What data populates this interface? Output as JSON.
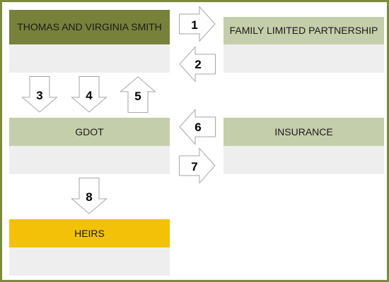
{
  "colors": {
    "frame": "#7b8a3c",
    "dark_olive": "#778139",
    "light_olive": "#c5ceab",
    "gold": "#f2c108",
    "body_fill": "#eeeeee"
  },
  "boxes": {
    "smith": {
      "label": "THOMAS AND VIRGINIA SMITH"
    },
    "flp": {
      "label": "FAMILY LIMITED PARTNERSHIP"
    },
    "gdot": {
      "label": "GDOT"
    },
    "insurance": {
      "label": "INSURANCE"
    },
    "heirs": {
      "label": "HEIRS"
    }
  },
  "arrows": [
    {
      "number": "1",
      "direction": "right"
    },
    {
      "number": "2",
      "direction": "left"
    },
    {
      "number": "3",
      "direction": "down"
    },
    {
      "number": "4",
      "direction": "down"
    },
    {
      "number": "5",
      "direction": "up"
    },
    {
      "number": "6",
      "direction": "left"
    },
    {
      "number": "7",
      "direction": "right"
    },
    {
      "number": "8",
      "direction": "down"
    }
  ]
}
